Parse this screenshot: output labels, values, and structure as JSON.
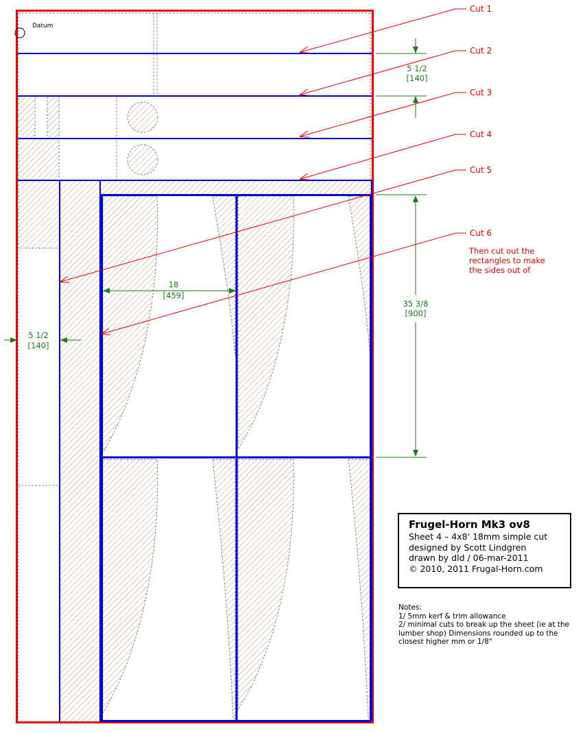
{
  "datum_label": "Datum",
  "cuts": [
    {
      "label": "Cut 1"
    },
    {
      "label": "Cut 2"
    },
    {
      "label": "Cut 3"
    },
    {
      "label": "Cut 4"
    },
    {
      "label": "Cut 5"
    },
    {
      "label": "Cut 6"
    }
  ],
  "instruction": [
    "Then cut out the",
    "rectangles to make",
    "the sides out of"
  ],
  "dimensions": {
    "strip": {
      "imperial": "5 1/2",
      "metric": "[140]"
    },
    "width": {
      "imperial": "18",
      "metric": "[459]"
    },
    "height": {
      "imperial": "35 3/8",
      "metric": "[900]"
    },
    "side_strip": {
      "imperial": "5 1/2",
      "metric": "[140]"
    }
  },
  "title_block": {
    "title": "Frugel-Horn Mk3 ov8",
    "lines": [
      "Sheet 4 – 4x8' 18mm simple cut",
      "designed by Scott Lindgren",
      "drawn by dld  / 06-mar-2011",
      "© 2010, 2011 Frugal-Horn.com"
    ]
  },
  "notes": {
    "heading": "Notes:",
    "items": [
      "1/ 5mm kerf & trim allowance",
      "2/ minimal cuts to break up the sheet (ie at the lumber shop) Dimensions rounded up to the closest higher mm or 1/8\""
    ]
  },
  "colors": {
    "sheet_outline": "#ee0000",
    "cut_line": "#0000dd",
    "dimension": "#1a7a1a",
    "hatch": "#c9b79a"
  }
}
